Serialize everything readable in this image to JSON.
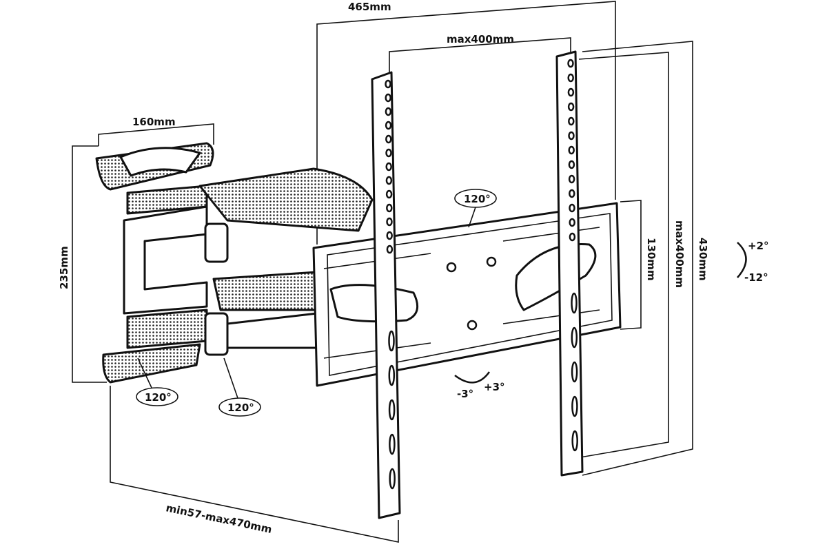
{
  "title": "Full-motion TV wall mount dimensions",
  "dimensions": {
    "total_width": "465mm",
    "vesa_horizontal": "max400mm",
    "wall_plate_width": "160mm",
    "wall_plate_height": "235mm",
    "bracket_height": "130mm",
    "vesa_vertical": "max400mm",
    "total_height": "430mm",
    "extension": "min57-max470mm"
  },
  "angles": {
    "swivel_plate": "120°",
    "swivel_wall": "120°",
    "swivel_elbow": "120°",
    "tilt_up": "+2°",
    "tilt_down": "-12°",
    "rotation_left": "-3°",
    "rotation_right": "+3°"
  }
}
